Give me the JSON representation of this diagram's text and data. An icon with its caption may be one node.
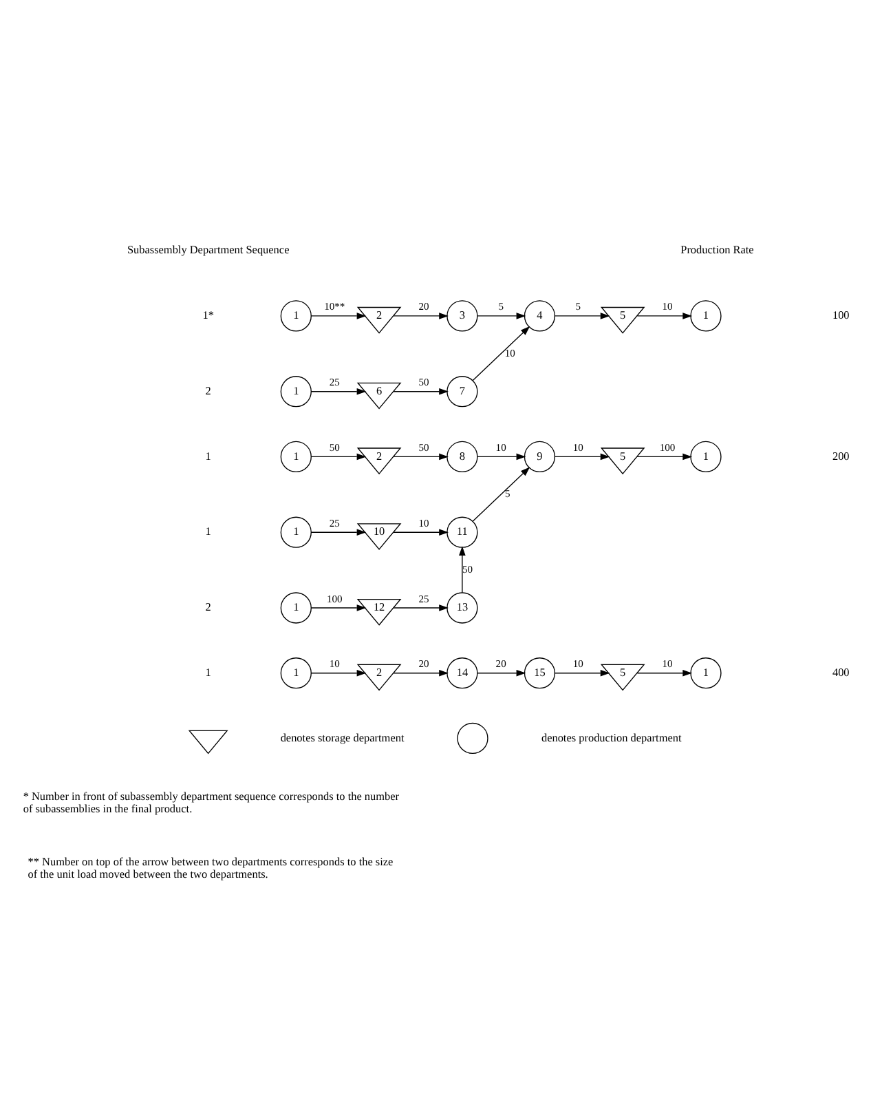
{
  "diagram": {
    "nodes": [
      {
        "text": [
          "1"
        ]
      },
      {
        "text": [
          "2"
        ]
      },
      {
        "text": [
          "3"
        ]
      },
      {
        "text": [
          "4"
        ]
      },
      {
        "text": [
          "5"
        ]
      },
      {
        "text": [
          "1"
        ]
      },
      {
        "text": [
          "1"
        ]
      },
      {
        "text": [
          "6"
        ]
      },
      {
        "text": [
          "7"
        ]
      },
      {
        "text": [
          "1"
        ]
      },
      {
        "text": [
          "2"
        ]
      },
      {
        "text": [
          "8"
        ]
      },
      {
        "text": [
          "9"
        ]
      },
      {
        "text": [
          "5"
        ]
      },
      {
        "text": [
          "1"
        ]
      },
      {
        "text": [
          "1"
        ]
      },
      {
        "text": [
          "10"
        ]
      },
      {
        "text": [
          "11"
        ]
      },
      {
        "text": [
          "1"
        ]
      },
      {
        "text": [
          "12"
        ]
      },
      {
        "text": [
          "13"
        ]
      },
      {
        "text": [
          "1"
        ]
      },
      {
        "text": [
          "2"
        ]
      },
      {
        "text": [
          "14"
        ]
      },
      {
        "text": [
          "15"
        ]
      },
      {
        "text": [
          "5"
        ]
      },
      {
        "text": [
          "1"
        ]
      },
      {
        "text": [],
        "shape": "triangle"
      },
      {
        "text": [],
        "shape": "circle"
      }
    ],
    "edges": [
      {
        "from": 0,
        "to": 1,
        "arrow": "to",
        "label": "10**"
      },
      {
        "from": 1,
        "to": 2,
        "arrow": "to",
        "label": "20"
      },
      {
        "from": 2,
        "to": 3,
        "arrow": "to",
        "label": "5"
      },
      {
        "from": 3,
        "to": 4,
        "arrow": "to",
        "label": "5"
      },
      {
        "from": 4,
        "to": 5,
        "arrow": "to",
        "label": "10"
      },
      {
        "from": 6,
        "to": 7,
        "arrow": "to",
        "label": "25"
      },
      {
        "from": 7,
        "to": 8,
        "arrow": "to",
        "label": "50"
      },
      {
        "from": 8,
        "to": 3,
        "arrow": "to",
        "label": "10"
      },
      {
        "from": 9,
        "to": 10,
        "arrow": "to",
        "label": "50"
      },
      {
        "from": 10,
        "to": 11,
        "arrow": "to",
        "label": "50"
      },
      {
        "from": 11,
        "to": 12,
        "arrow": "to",
        "label": "10"
      },
      {
        "from": 12,
        "to": 13,
        "arrow": "to",
        "label": "10"
      },
      {
        "from": 13,
        "to": 14,
        "arrow": "to",
        "label": "100"
      },
      {
        "from": 15,
        "to": 16,
        "arrow": "to",
        "label": "25"
      },
      {
        "from": 16,
        "to": 17,
        "arrow": "to",
        "label": "10"
      },
      {
        "from": 17,
        "to": 12,
        "arrow": "to",
        "label": "5"
      },
      {
        "from": 18,
        "to": 19,
        "arrow": "to",
        "label": "100"
      },
      {
        "from": 19,
        "to": 20,
        "arrow": "to",
        "label": "25"
      },
      {
        "from": 20,
        "to": 17,
        "arrow": "to",
        "label": "50"
      },
      {
        "from": 21,
        "to": 22,
        "arrow": "to",
        "label": "10"
      },
      {
        "from": 22,
        "to": 23,
        "arrow": "to",
        "label": "20"
      },
      {
        "from": 23,
        "to": 24,
        "arrow": "to",
        "label": "20"
      },
      {
        "from": 24,
        "to": 25,
        "arrow": "to",
        "label": "10"
      },
      {
        "from": 25,
        "to": 26,
        "arrow": "to",
        "label": "10"
      }
    ],
    "labels": [
      "Subassembly Department Sequence",
      "Production Rate",
      "1*",
      "100",
      "2",
      "1",
      "200",
      "1",
      "2",
      "1",
      "400",
      "* Number in front of subassembly department sequence corresponds to the number of subassemblies in the final product.",
      "** Number on top of the arrow between two departments corresponds to the size of the unit load moved between the two departments."
    ],
    "legend": [
      {
        "text": "denotes storage department"
      },
      {
        "text": "denotes production department"
      }
    ]
  }
}
